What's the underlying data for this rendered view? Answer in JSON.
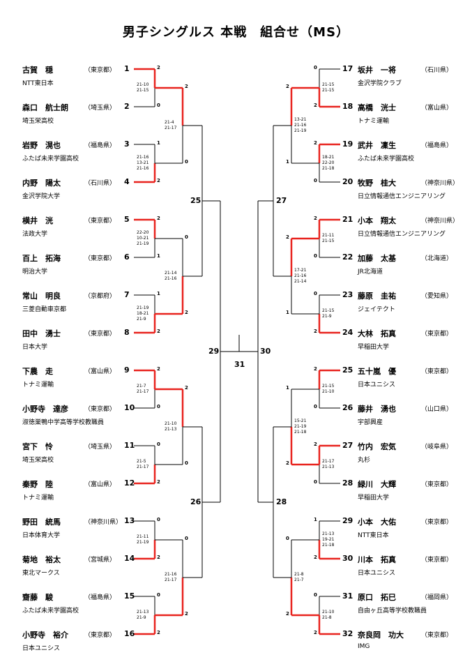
{
  "title": "男子シングルス 本戦　組合せ（MS）",
  "colors": {
    "winner_line": "#e8231e",
    "line": "#000000"
  },
  "players": [
    {
      "num": "1",
      "name": "古賀　穏",
      "pref": "（東京都）",
      "team": "NTT東日本"
    },
    {
      "num": "2",
      "name": "森口　航士朗",
      "pref": "（埼玉県）",
      "team": "埼玉栄高校"
    },
    {
      "num": "3",
      "name": "岩野　滉也",
      "pref": "（福島県）",
      "team": "ふたば未来学園高校"
    },
    {
      "num": "4",
      "name": "内野　陽太",
      "pref": "（石川県）",
      "team": "金沢学院大学"
    },
    {
      "num": "5",
      "name": "横井　洸",
      "pref": "（東京都）",
      "team": "法政大学"
    },
    {
      "num": "6",
      "name": "百上　拓海",
      "pref": "（東京都）",
      "team": "明治大学"
    },
    {
      "num": "7",
      "name": "常山　明良",
      "pref": "（京都府）",
      "team": "三菱自動車京都"
    },
    {
      "num": "8",
      "name": "田中　湧士",
      "pref": "（東京都）",
      "team": "日本大学"
    },
    {
      "num": "9",
      "name": "下農　走",
      "pref": "（富山県）",
      "team": "トナミ運輸"
    },
    {
      "num": "10",
      "name": "小野寺　達彦",
      "pref": "（東京都）",
      "team": "淑徳巣鴨中学高等学校教職員"
    },
    {
      "num": "11",
      "name": "宮下　怜",
      "pref": "（埼玉県）",
      "team": "埼玉栄高校"
    },
    {
      "num": "12",
      "name": "秦野　陸",
      "pref": "（富山県）",
      "team": "トナミ運輸"
    },
    {
      "num": "13",
      "name": "野田　統馬",
      "pref": "（神奈川県）",
      "team": "日本体育大学"
    },
    {
      "num": "14",
      "name": "菊地　裕太",
      "pref": "（宮城県）",
      "team": "東北マークス"
    },
    {
      "num": "15",
      "name": "齋藤　駿",
      "pref": "（福島県）",
      "team": "ふたば未来学園高校"
    },
    {
      "num": "16",
      "name": "小野寺　裕介",
      "pref": "（東京都）",
      "team": "日本ユニシス"
    },
    {
      "num": "17",
      "name": "坂井　一将",
      "pref": "（石川県）",
      "team": "金沢学院クラブ"
    },
    {
      "num": "18",
      "name": "高橋　洸士",
      "pref": "（富山県）",
      "team": "トナミ運輸"
    },
    {
      "num": "19",
      "name": "武井　凜生",
      "pref": "（福島県）",
      "team": "ふたば未来学園高校"
    },
    {
      "num": "20",
      "name": "牧野　桂大",
      "pref": "（神奈川県）",
      "team": "日立情報通信エンジニアリング"
    },
    {
      "num": "21",
      "name": "小本　翔太",
      "pref": "（神奈川県）",
      "team": "日立情報通信エンジニアリング"
    },
    {
      "num": "22",
      "name": "加藤　太基",
      "pref": "（北海道）",
      "team": "JR北海道"
    },
    {
      "num": "23",
      "name": "藤原　圭祐",
      "pref": "（愛知県）",
      "team": "ジェイテクト"
    },
    {
      "num": "24",
      "name": "大林　拓真",
      "pref": "（東京都）",
      "team": "早稲田大学"
    },
    {
      "num": "25",
      "name": "五十嵐　優",
      "pref": "（東京都）",
      "team": "日本ユニシス"
    },
    {
      "num": "26",
      "name": "藤井　湧也",
      "pref": "（山口県）",
      "team": "宇部興産"
    },
    {
      "num": "27",
      "name": "竹内　宏気",
      "pref": "（岐阜県）",
      "team": "丸杉"
    },
    {
      "num": "28",
      "name": "緑川　大輝",
      "pref": "（東京都）",
      "team": "早稲田大学"
    },
    {
      "num": "29",
      "name": "小本　大佑",
      "pref": "（東京都）",
      "team": "NTT東日本"
    },
    {
      "num": "30",
      "name": "川本　拓真",
      "pref": "（東京都）",
      "team": "日本ユニシス"
    },
    {
      "num": "31",
      "name": "原口　拓巳",
      "pref": "（福岡県）",
      "team": "自由ヶ丘高等学校教職員"
    },
    {
      "num": "32",
      "name": "奈良岡　功大",
      "pref": "（東京都）",
      "team": "IMG"
    }
  ],
  "round1": [
    {
      "scores": [
        "2",
        "0"
      ],
      "games": "21-10\n21-15",
      "winner": 0
    },
    {
      "scores": [
        "1",
        "2"
      ],
      "games": "21-16\n13-21\n21-16",
      "winner": 1
    },
    {
      "scores": [
        "2",
        "1"
      ],
      "games": "22-20\n10-21\n21-19",
      "winner": 0
    },
    {
      "scores": [
        "1",
        "2"
      ],
      "games": "21-19\n18-21\n21-9",
      "winner": 1
    },
    {
      "scores": [
        "2",
        "0"
      ],
      "games": "21-7\n21-17",
      "winner": 0
    },
    {
      "scores": [
        "0",
        "2"
      ],
      "games": "21-5\n21-17",
      "winner": 1
    },
    {
      "scores": [
        "0",
        "2"
      ],
      "games": "21-11\n21-19",
      "winner": 1
    },
    {
      "scores": [
        "0",
        "2"
      ],
      "games": "21-13\n21-9",
      "winner": 1
    },
    {
      "scores": [
        "0",
        "2"
      ],
      "games": "21-15\n21-15",
      "winner": 1
    },
    {
      "scores": [
        "2",
        "0"
      ],
      "games": "18-21\n22-20\n21-18",
      "winner": 0
    },
    {
      "scores": [
        "2",
        "0"
      ],
      "games": "21-11\n21-15",
      "winner": 0
    },
    {
      "scores": [
        "0",
        "2"
      ],
      "games": "21-15\n21-9",
      "winner": 1
    },
    {
      "scores": [
        "2",
        "0"
      ],
      "games": "21-15\n21-10",
      "winner": 0
    },
    {
      "scores": [
        "2",
        "0"
      ],
      "games": "21-17\n21-13",
      "winner": 0
    },
    {
      "scores": [
        "1",
        "2"
      ],
      "games": "21-13\n19-21\n21-18",
      "winner": 1
    },
    {
      "scores": [
        "0",
        "2"
      ],
      "games": "21-10\n21-8",
      "winner": 1
    }
  ],
  "round2": [
    {
      "scores": [
        "2",
        "0"
      ],
      "games": "21-4\n21-17",
      "winner": 0
    },
    {
      "scores": [
        "0",
        "2"
      ],
      "games": "21-14\n21-16",
      "winner": 1
    },
    {
      "scores": [
        "2",
        "0"
      ],
      "games": "21-10\n21-13",
      "winner": 0
    },
    {
      "scores": [
        "0",
        "2"
      ],
      "games": "21-16\n21-17",
      "winner": 1
    },
    {
      "scores": [
        "2",
        "1"
      ],
      "games": "13-21\n21-16\n21-19",
      "winner": 0
    },
    {
      "scores": [
        "2",
        "1"
      ],
      "games": "17-21\n21-16\n21-14",
      "winner": 0
    },
    {
      "scores": [
        "1",
        "2"
      ],
      "games": "15-21\n21-19\n21-18",
      "winner": 1
    },
    {
      "scores": [
        "0",
        "2"
      ],
      "games": "21-8\n21-7",
      "winner": 1
    }
  ],
  "match_numbers": {
    "m25": "25",
    "m26": "26",
    "m27": "27",
    "m28": "28",
    "m29": "29",
    "m30": "30",
    "m31": "31"
  }
}
